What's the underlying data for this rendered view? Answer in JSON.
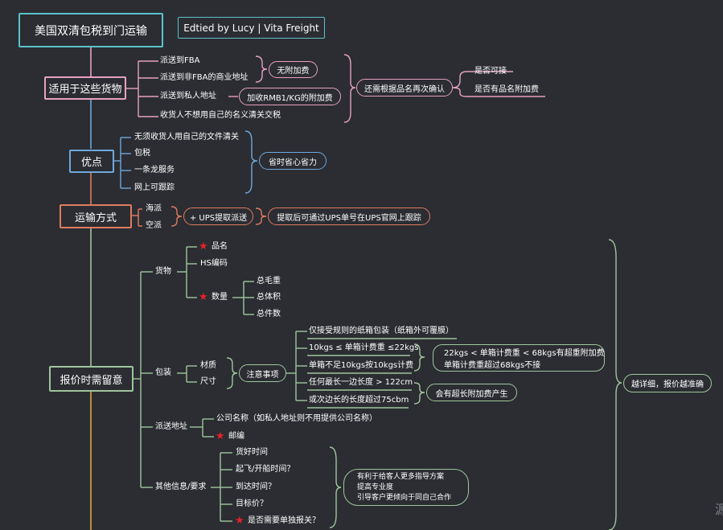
{
  "colors": {
    "background": "#2b2d32",
    "root": "#5bc2cc",
    "pink": "#e8a1c0",
    "blue": "#6fa8dc",
    "orange": "#e07b5e",
    "green": "#9fc59d",
    "star": "#e8202a"
  },
  "root": {
    "title": "美国双清包税到门运输",
    "credit": "Edtied by Lucy | Vita Freight"
  },
  "section_goods": {
    "title": "适用于这些货物",
    "items": [
      "派送到FBA",
      "派送到非FBA的商业地址",
      "派送到私人地址",
      "收货人不想用自己的名义清关交税"
    ],
    "no_surcharge": "无附加费",
    "private_surcharge": "加收RMB1/KG的附加费",
    "confirm": "还需根据品名再次确认",
    "confirm_options": [
      "是否可接",
      "是否有品名附加费"
    ]
  },
  "section_advantages": {
    "title": "优点",
    "items": [
      "无须收货人用自己的文件清关",
      "包税",
      "一条龙服务",
      "网上可跟踪"
    ],
    "summary": "省时省心省力"
  },
  "section_shipping": {
    "title": "运输方式",
    "items": [
      "海派",
      "空派"
    ],
    "ups": "+ UPS提取派送",
    "tracking": "提取后可通过UPS单号在UPS官网上跟踪"
  },
  "section_quote": {
    "title": "报价时需留意",
    "summary": "越详细，报价越准确",
    "cargo": {
      "label": "货物",
      "items": [
        "品名",
        "HS编码",
        "数量"
      ],
      "quantity_items": [
        "总毛重",
        "总体积",
        "总件数"
      ]
    },
    "packaging": {
      "label": "包装",
      "items": [
        "材质",
        "尺寸"
      ],
      "notes_label": "注意事项",
      "notes": [
        "仅接受规则的纸箱包装（纸箱外可覆膜）",
        "10kgs ≤ 单箱计费重 ≤22kgs",
        "单箱不足10kgs按10kgs计费",
        "任何最长一边长度 > 122cm",
        "或次边长的长度超过75cbm"
      ],
      "overweight": [
        "22kgs < 单箱计费重 < 68kgs有超重附加费",
        "单箱计费重超过68kgs不接"
      ],
      "overlength": "会有超长附加费产生"
    },
    "delivery": {
      "label": "派送地址",
      "items": [
        "公司名称（如私人地址则不用提供公司名称）",
        "邮编"
      ]
    },
    "other": {
      "label": "其他信息/要求",
      "items": [
        "货好时间",
        "起飞/开船时间？",
        "到达时间？",
        "目标价？",
        "是否需要单独报关？"
      ],
      "benefits": [
        "有利于给客人更多指导方案",
        "提高专业度",
        "引导客户更倾向于同自己合作"
      ]
    }
  },
  "watermark": "源"
}
